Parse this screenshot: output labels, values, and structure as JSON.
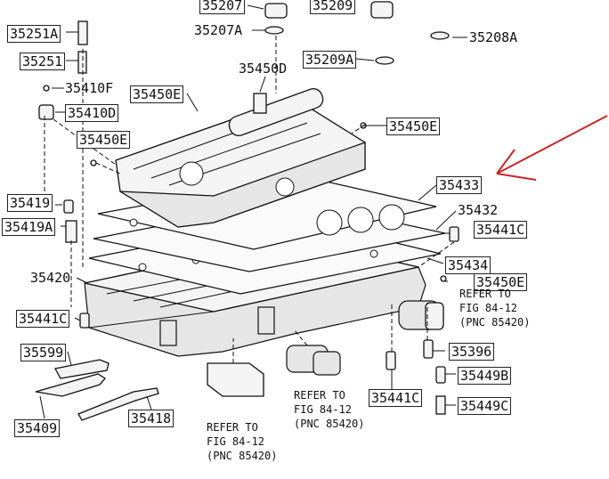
{
  "labels": {
    "p35207_top": "35207",
    "p35209_top": "35209",
    "p35251A": "35251A",
    "p35207A": "35207A",
    "p35208A": "35208A",
    "p35251": "35251",
    "p35450D": "35450D",
    "p35209A": "35209A",
    "p35410F": "35410F",
    "p35450E_a": "35450E",
    "p35410D": "35410D",
    "p35450E_b": "35450E",
    "p35450E_c": "35450E",
    "p35433": "35433",
    "p35419": "35419",
    "p35432": "35432",
    "p35419A": "35419A",
    "p35441C_a": "35441C",
    "p35434": "35434",
    "p35420": "35420",
    "p35450E_d": "35450E",
    "p35441C_b": "35441C",
    "p35599": "35599",
    "p35396": "35396",
    "p35449B": "35449B",
    "p35441C_c": "35441C",
    "p35449C": "35449C",
    "p35418": "35418",
    "p35409": "35409"
  },
  "notes": {
    "ref1_l1": "REFER TO",
    "ref1_l2": "FIG 84-12",
    "ref1_l3": "(PNC 85420)",
    "ref2_l1": "REFER TO",
    "ref2_l2": "FIG 84-12",
    "ref2_l3": "(PNC 85420)",
    "ref3_l1": "REFER TO",
    "ref3_l2": "FIG 84-12",
    "ref3_l3": "(PNC 85420)"
  },
  "colors": {
    "arrow": "#c62828",
    "line": "#111111"
  }
}
